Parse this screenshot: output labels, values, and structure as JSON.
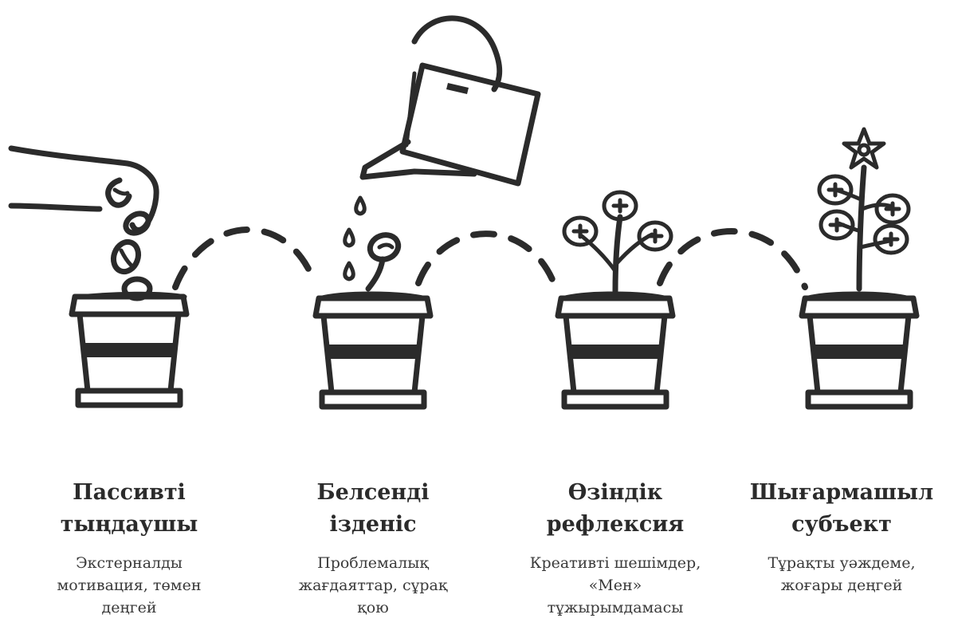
{
  "stages": [
    {
      "title": "Пассивті\nтыңдаушы",
      "description": "Экстерналды\nмотивация, төмен\nдеңгей",
      "icon": "hand-seeds-icon"
    },
    {
      "title": "Белсенді\nізденіс",
      "description": "Проблемалық\nжағдаяттар, сұрақ\nқою",
      "icon": "watering-can-sprout-icon"
    },
    {
      "title": "Өзіндік\nрефлексия",
      "description": "Креативті шешімдер,\n«Мен»\nтұжырымдамасы",
      "icon": "young-plant-icon"
    },
    {
      "title": "Шығармашыл\nсубъект",
      "description": "Тұрақты уәждеме,\nжоғары деңгей",
      "icon": "flowering-plant-icon"
    }
  ],
  "colors": {
    "ink": "#2b2b2b",
    "background": "#ffffff"
  }
}
